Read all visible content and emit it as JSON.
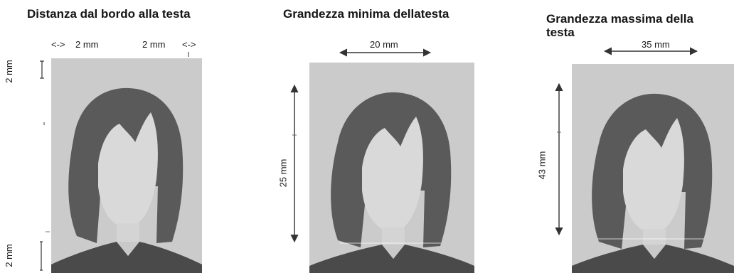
{
  "panels": [
    {
      "title": "Distanza dal bordo alla testa",
      "left_arrow": "<->",
      "left_value": "2 mm",
      "right_value": "2 mm",
      "right_arrow": "<->",
      "top_value": "2 mm",
      "bottom_value": "2 mm"
    },
    {
      "title": "Grandezza minima dellatesta",
      "width_value": "20 mm",
      "height_value": "25 mm"
    },
    {
      "title_line1": "Grandezza massima della",
      "title_line2": "testa",
      "width_value": "35 mm",
      "height_value": "43 mm"
    }
  ],
  "colors": {
    "photo_bg": "#cbcbcb",
    "hair": "#5a5a5a",
    "skin": "#d9d9d9",
    "jacket": "#4a4a4a",
    "arrow": "#333333"
  }
}
